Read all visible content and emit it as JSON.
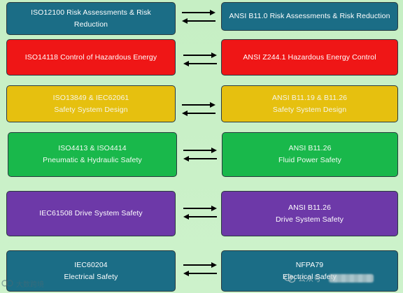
{
  "rows": [
    {
      "left": [
        "ISO12100 Risk Assessments & Risk",
        "Reduction"
      ],
      "right": [
        "ANSI B11.0 Risk Assessments & Risk Reduction"
      ]
    },
    {
      "left": [
        "ISO14118 Control of Hazardous Energy"
      ],
      "right": [
        "ANSI Z244.1 Hazardous Energy Control"
      ]
    },
    {
      "left": [
        "ISO13849 & IEC62061",
        "Safety System Design"
      ],
      "right": [
        "ANSI B11.19 & B11.26",
        "Safety System Design"
      ]
    },
    {
      "left": [
        "ISO4413 & ISO4414",
        "Pneumatic & Hydraulic Safety"
      ],
      "right": [
        "ANSI B11.26",
        "Fluid Power Safety"
      ]
    },
    {
      "left": [
        "IEC61508 Drive System Safety"
      ],
      "right": [
        "ANSI B11.26",
        "Drive System Safety"
      ]
    },
    {
      "left": [
        "IEC60204",
        "Electrical Safety"
      ],
      "right": [
        "NFPA79",
        "Electrical Safety"
      ]
    }
  ],
  "colors": {
    "teal": "#1b6d86",
    "red": "#ef1616",
    "yellow": "#e6c00f",
    "green": "#19b84b",
    "purple": "#6d39a8",
    "background": "#c9f0c7"
  },
  "watermarks": {
    "left": "大数跨境",
    "right": "公众号 ·"
  }
}
